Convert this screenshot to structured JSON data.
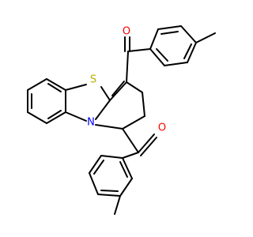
{
  "diagram": {
    "atom_labels": {
      "sulfur": "S",
      "nitrogen": "N",
      "oxygen_top": "O",
      "oxygen_bottom": "O"
    },
    "colors": {
      "bond": "#000000",
      "sulfur": "#b8b000",
      "nitrogen": "#0000ff",
      "oxygen": "#ff0000",
      "background": "#ffffff"
    }
  }
}
